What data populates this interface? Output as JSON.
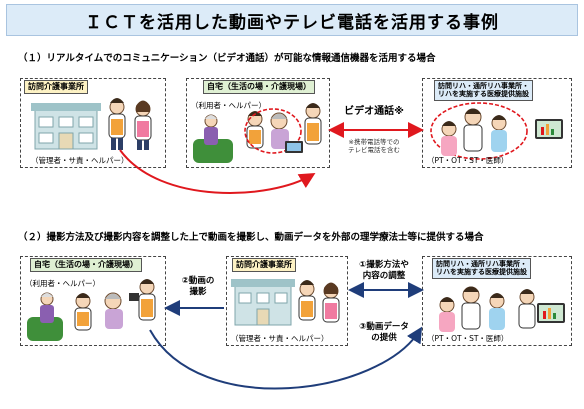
{
  "title": "ＩＣＴを活用した動画やテレビ電話を活用する事例",
  "section1": {
    "heading": "（１）リアルタイムでのコミュニケーション（ビデオ通話）が可能な情報通信機器を活用する場合",
    "visiting_office": {
      "label": "訪問介護事業所",
      "staff": "（管理者・サ責・ヘルパー）"
    },
    "home": {
      "label": "自宅（生活の場・介護現場）",
      "people": "（利用者・ヘルパー）"
    },
    "video_call_label": "ビデオ通話※",
    "note": "※携帯電話等での\nテレビ電話を含む",
    "rehab_facility": {
      "label": "訪問リハ・通所リハ事業所・\nリハを実施する医療提供施設",
      "staff": "（PT・OT・ST・医師）"
    }
  },
  "section2": {
    "heading": "（２）撮影方法及び撮影内容を調整した上で動画を撮影し、動画データを外部の理学療法士等に提供する場合",
    "home": {
      "label": "自宅（生活の場・介護現場）",
      "people": "（利用者・ヘルパー）"
    },
    "step2": "②動画の\n撮影",
    "visiting_office": {
      "label": "訪問介護事業所",
      "staff": "（管理者・サ責・ヘルパー）"
    },
    "step1": "①撮影方法や\n内容の調整",
    "step3": "③動画データ\nの提供",
    "rehab_facility": {
      "label": "訪問リハ・通所リハ事業所・\nリハを実施する医療提供施設",
      "staff": "（PT・OT・ST・医師）"
    }
  },
  "colors": {
    "title_bg": "#dcebf8",
    "red_arrow": "#e0181e",
    "navy_arrow": "#1f3d7a",
    "home_label_bg": "#dff0d3",
    "office_label_bg": "#fdf2c4",
    "rehab_label_bg": "#dcebf8"
  },
  "icons": [
    "building-icon",
    "caregiver-icon",
    "elderly-user-icon",
    "doctor-icon",
    "therapist-icon",
    "tablet-icon",
    "video-camera-icon"
  ]
}
